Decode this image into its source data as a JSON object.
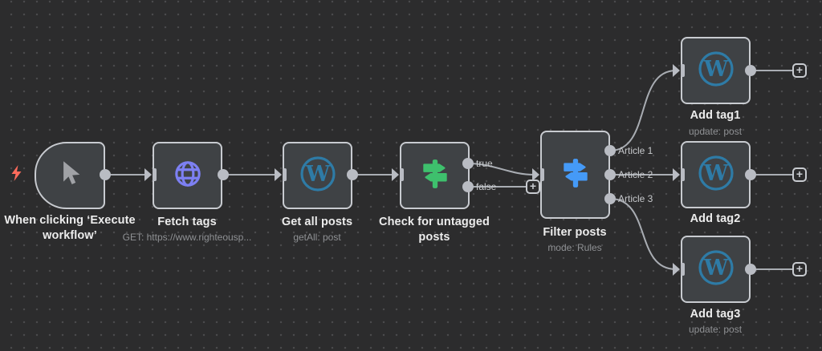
{
  "app": {
    "view": "workflow-canvas"
  },
  "colors": {
    "background": "#2c2c2d",
    "node_fill": "#3f4245",
    "node_border": "#c8cbd0",
    "connection": "#a9adb3",
    "label_text": "#ececec",
    "subtitle_text": "#8f9194",
    "port_label_text": "#c7c9cc",
    "wordpress_icon": "#2e7ba6",
    "http_request_icon": "#7d80f3",
    "if_icon": "#3ec06d",
    "switch_icon": "#459af7",
    "execute_bolt": "#ff6b5c",
    "cursor_icon": "#a0a2a6"
  },
  "nodes": {
    "trigger": {
      "label": "When clicking ‘Execute workflow’"
    },
    "fetch_tags": {
      "label": "Fetch tags",
      "subtitle": "GET: https://www.righteousp..."
    },
    "get_all_posts": {
      "label": "Get all posts",
      "subtitle": "getAll: post"
    },
    "check_untagged": {
      "label": "Check for untagged posts",
      "output_true": "true",
      "output_false": "false"
    },
    "filter_posts": {
      "label": "Filter posts",
      "subtitle": "mode: Rules",
      "outputs": [
        "Article 1",
        "Article 2",
        "Article 3"
      ]
    },
    "add_tag1": {
      "label": "Add tag1",
      "subtitle": "update: post"
    },
    "add_tag2": {
      "label": "Add tag2"
    },
    "add_tag3": {
      "label": "Add tag3",
      "subtitle": "update: post"
    }
  },
  "plus_label": "+"
}
